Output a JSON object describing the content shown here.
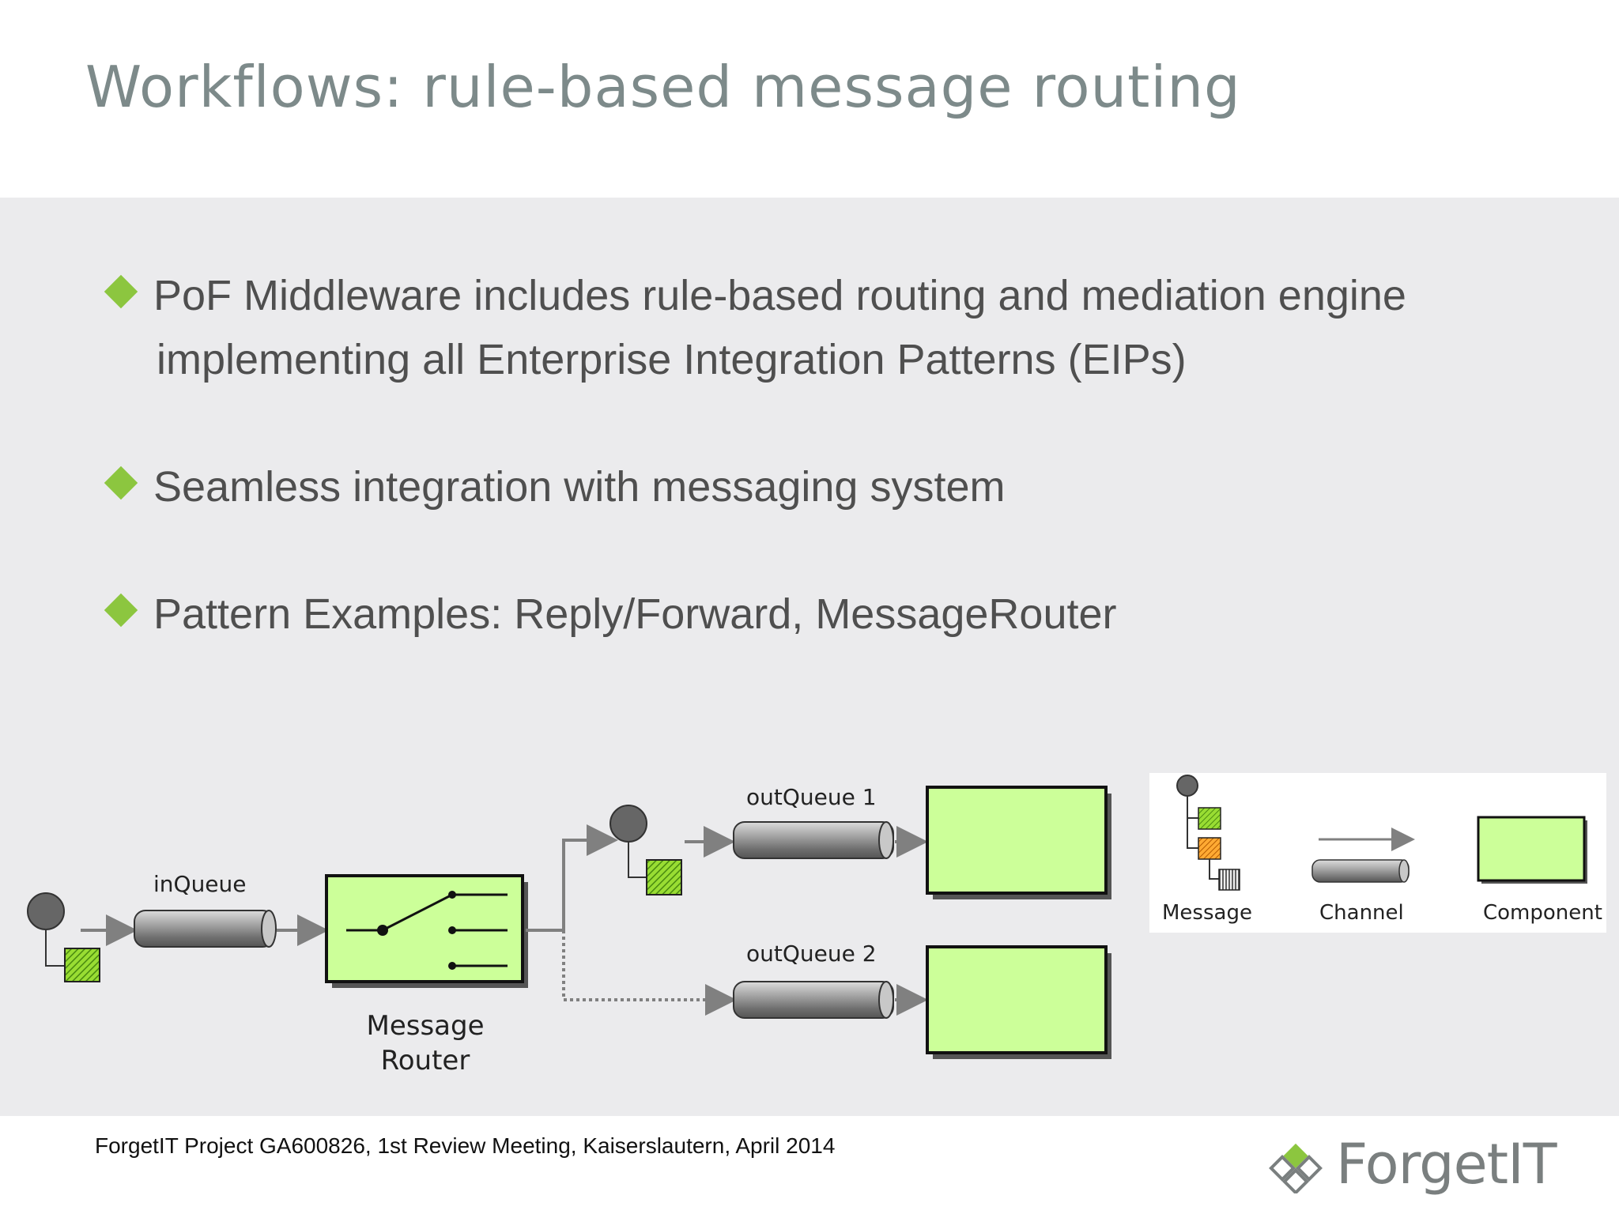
{
  "slide": {
    "title": "Workflows: rule-based message routing",
    "bullets": [
      {
        "line1": "PoF Middleware includes rule-based routing and mediation engine",
        "line2": "implementing all Enterprise Integration Patterns (EIPs)"
      },
      {
        "line1": "Seamless integration with messaging system"
      },
      {
        "line1": "Pattern Examples: Reply/Forward, MessageRouter"
      }
    ]
  },
  "diagram": {
    "in_queue_label": "inQueue",
    "router_label_1": "Message",
    "router_label_2": "Router",
    "out_queue_1_label": "outQueue 1",
    "out_queue_2_label": "outQueue 2"
  },
  "legend": {
    "message_label": "Message",
    "channel_label": "Channel",
    "component_label": "Component"
  },
  "footer": {
    "text": "ForgetIT Project GA600826, 1st Review Meeting, Kaiserslautern, April 2014",
    "logo_text": "ForgetIT"
  },
  "colors": {
    "accent_green": "#8cc63f",
    "component_fill": "#ccff99",
    "title_gray": "#7d8a8a",
    "text_gray": "#4f4f4f"
  }
}
